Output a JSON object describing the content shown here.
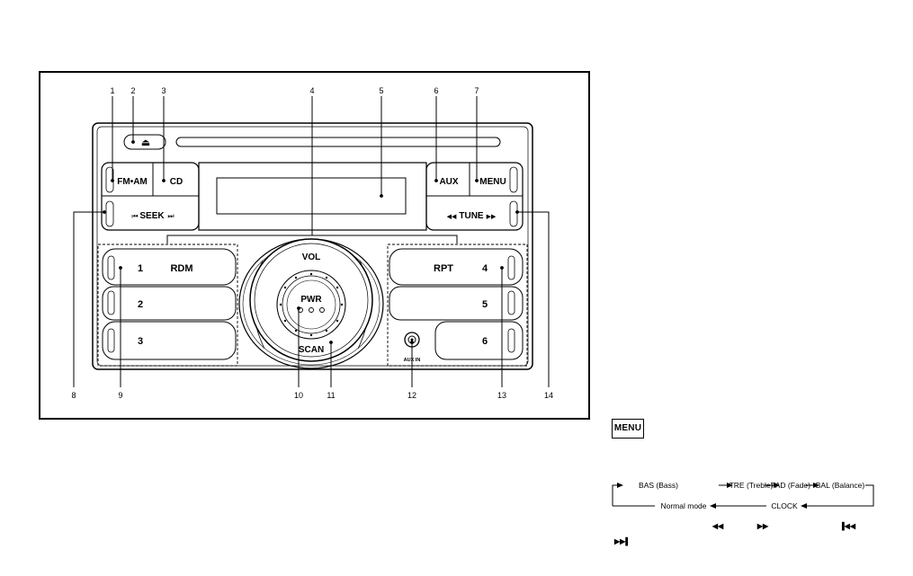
{
  "callouts": [
    "1",
    "2",
    "3",
    "4",
    "5",
    "6",
    "7",
    "8",
    "9",
    "10",
    "11",
    "12",
    "13",
    "14"
  ],
  "radio": {
    "eject_symbol": "⏏",
    "fm_am": "FM•AM",
    "cd": "CD",
    "aux": "AUX",
    "menu": "MENU",
    "seek": "SEEK",
    "seek_prev_symbol": "⏮",
    "seek_next_symbol": "⏭",
    "tune": "TUNE",
    "tune_back_symbol": "◀◀",
    "tune_fwd_symbol": "▶▶",
    "presets_left": [
      {
        "number": "1",
        "label": "RDM"
      },
      {
        "number": "2",
        "label": ""
      },
      {
        "number": "3",
        "label": ""
      }
    ],
    "presets_right": [
      {
        "number": "4",
        "label": "RPT"
      },
      {
        "number": "5",
        "label": ""
      },
      {
        "number": "6",
        "label": ""
      }
    ],
    "knob_vol": "VOL",
    "knob_pwr": "PWR",
    "knob_scan": "SCAN",
    "aux_in": "AUX IN"
  },
  "menu_badge": "MENU",
  "flow": {
    "top": [
      "BAS (Bass)",
      "TRE (Treble)",
      "FAD (Fade)",
      "BAL (Balance)"
    ],
    "bottom_left": "Normal mode",
    "bottom_right": "CLOCK"
  },
  "symbols": {
    "rewind": "◀◀",
    "forward": "▶▶",
    "prev_track": "▐◀◀",
    "next_track": "▶▶▌"
  },
  "colors": {
    "line": "#000000",
    "panel": "#ffffff"
  }
}
